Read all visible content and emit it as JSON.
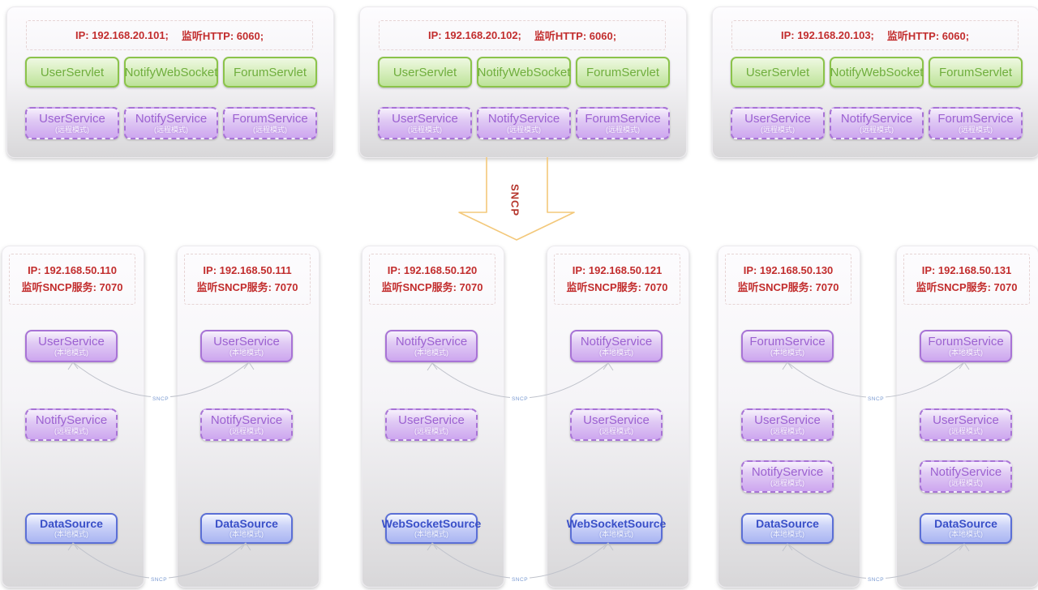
{
  "diagram": {
    "arrow_label": "SNCP",
    "connector_label": "SNCP"
  },
  "colors": {
    "ip_text": "#c22d2d",
    "servlet_border": "#8bc34a",
    "servlet_text": "#6fae3d",
    "service_border": "#a873d6",
    "service_text": "#9c61d1",
    "source_border": "#5b6fd6",
    "source_text": "#3a50c8",
    "arrow_outline": "#f3c87a",
    "arrow_text": "#b5352c",
    "connector_line": "#bfc2cb",
    "connector_label_text": "#7b9bd2"
  },
  "top_servers": [
    {
      "ip": "IP: 192.168.20.101;",
      "listen": "监听HTTP: 6060;",
      "servlets": [
        "UserServlet",
        "NotifyWebSocket",
        "ForumServlet"
      ],
      "services": [
        {
          "name": "UserService",
          "mode": "(远程模式)"
        },
        {
          "name": "NotifyService",
          "mode": "(远程模式)"
        },
        {
          "name": "ForumService",
          "mode": "(远程模式)"
        }
      ]
    },
    {
      "ip": "IP: 192.168.20.102;",
      "listen": "监听HTTP: 6060;",
      "servlets": [
        "UserServlet",
        "NotifyWebSocket",
        "ForumServlet"
      ],
      "services": [
        {
          "name": "UserService",
          "mode": "(远程模式)"
        },
        {
          "name": "NotifyService",
          "mode": "(远程模式)"
        },
        {
          "name": "ForumService",
          "mode": "(远程模式)"
        }
      ]
    },
    {
      "ip": "IP: 192.168.20.103;",
      "listen": "监听HTTP: 6060;",
      "servlets": [
        "UserServlet",
        "NotifyWebSocket",
        "ForumServlet"
      ],
      "services": [
        {
          "name": "UserService",
          "mode": "(远程模式)"
        },
        {
          "name": "NotifyService",
          "mode": "(远程模式)"
        },
        {
          "name": "ForumService",
          "mode": "(远程模式)"
        }
      ]
    }
  ],
  "bottom_servers": [
    {
      "ip": "IP: 192.168.50.110",
      "listen": "监听SNCP服务: 7070",
      "boxes": [
        {
          "name": "UserService",
          "mode": "(本地模式)"
        },
        {
          "name": "NotifyService",
          "mode": "(远程模式)"
        },
        {
          "name": "DataSource",
          "mode": "(本地模式)"
        }
      ]
    },
    {
      "ip": "IP: 192.168.50.111",
      "listen": "监听SNCP服务: 7070",
      "boxes": [
        {
          "name": "UserService",
          "mode": "(本地模式)"
        },
        {
          "name": "NotifyService",
          "mode": "(远程模式)"
        },
        {
          "name": "DataSource",
          "mode": "(本地模式)"
        }
      ]
    },
    {
      "ip": "IP: 192.168.50.120",
      "listen": "监听SNCP服务: 7070",
      "boxes": [
        {
          "name": "NotifyService",
          "mode": "(本地模式)"
        },
        {
          "name": "UserService",
          "mode": "(远程模式)"
        },
        {
          "name": "WebSocketSource",
          "mode": "(本地模式)"
        }
      ]
    },
    {
      "ip": "IP: 192.168.50.121",
      "listen": "监听SNCP服务: 7070",
      "boxes": [
        {
          "name": "NotifyService",
          "mode": "(本地模式)"
        },
        {
          "name": "UserService",
          "mode": "(远程模式)"
        },
        {
          "name": "WebSocketSource",
          "mode": "(本地模式)"
        }
      ]
    },
    {
      "ip": "IP: 192.168.50.130",
      "listen": "监听SNCP服务: 7070",
      "boxes": [
        {
          "name": "ForumService",
          "mode": "(本地模式)"
        },
        {
          "name": "UserService",
          "mode": "(远程模式)"
        },
        {
          "name": "NotifyService",
          "mode": "(远程模式)"
        },
        {
          "name": "DataSource",
          "mode": "(本地模式)"
        }
      ]
    },
    {
      "ip": "IP: 192.168.50.131",
      "listen": "监听SNCP服务: 7070",
      "boxes": [
        {
          "name": "ForumService",
          "mode": "(本地模式)"
        },
        {
          "name": "UserService",
          "mode": "(远程模式)"
        },
        {
          "name": "NotifyService",
          "mode": "(远程模式)"
        },
        {
          "name": "DataSource",
          "mode": "(本地模式)"
        }
      ]
    }
  ]
}
